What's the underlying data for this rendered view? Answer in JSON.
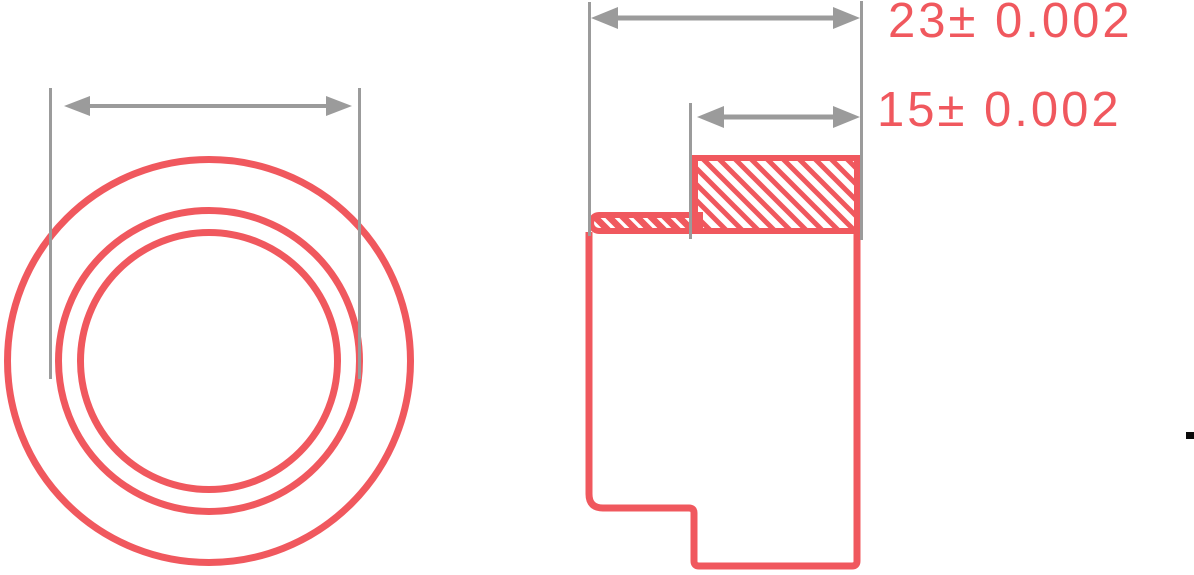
{
  "diagram": {
    "type": "engineering-drawing",
    "front_view": {
      "concentric_circles": 3
    },
    "section_view": {
      "hatched_regions": 2,
      "hatch_direction": "backslash"
    }
  },
  "colors": {
    "line": "#f0585e",
    "dimension": "#9b9b9b",
    "text": "#f0585e",
    "background": "#ffffff",
    "mark": "#0a0a0a"
  },
  "dimensions": {
    "dim_23": {
      "label": "23± 0.002",
      "value": 23,
      "tolerance": 0.002
    },
    "dim_15": {
      "label": "15± 0.002",
      "value": 15,
      "tolerance": 0.002
    }
  }
}
